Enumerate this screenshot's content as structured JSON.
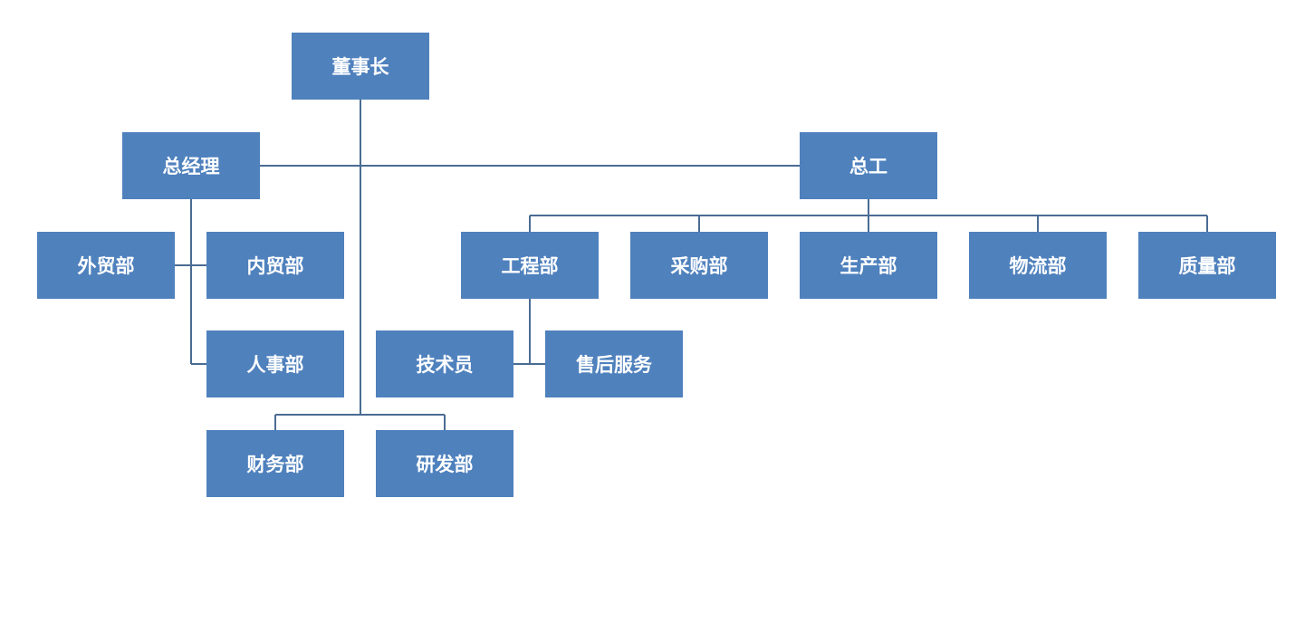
{
  "colors": {
    "box_fill": "#4f81bd",
    "box_text": "#ffffff",
    "connector": "#4a6c93",
    "background": "#ffffff"
  },
  "nodes": {
    "chairman": "董事长",
    "general_manager": "总经理",
    "chief_engineer": "总工",
    "foreign_trade": "外贸部",
    "domestic_trade": "内贸部",
    "hr": "人事部",
    "finance": "财务部",
    "rnd": "研发部",
    "engineering": "工程部",
    "purchasing": "采购部",
    "production": "生产部",
    "logistics": "物流部",
    "quality": "质量部",
    "technician": "技术员",
    "after_sales": "售后服务"
  }
}
